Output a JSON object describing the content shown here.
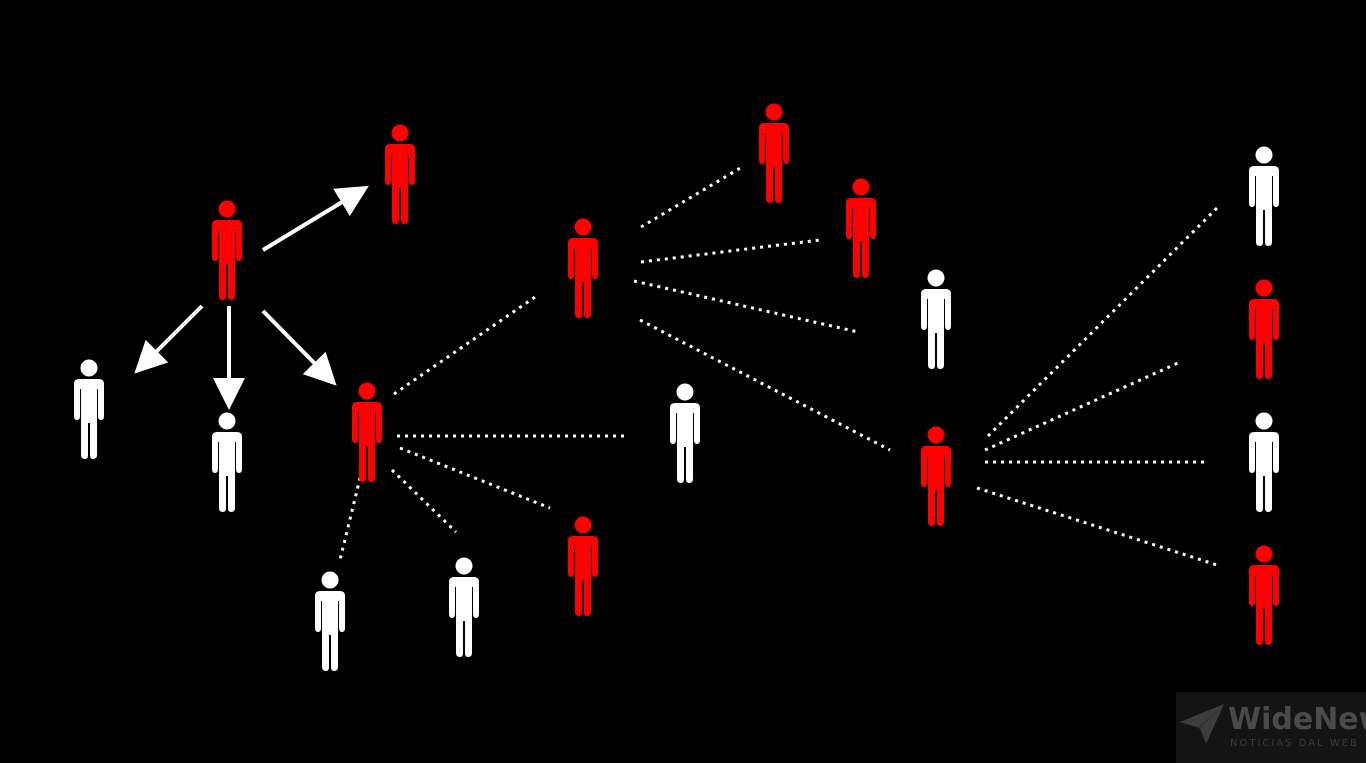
{
  "colors": {
    "background": "#000000",
    "infected": "#ff0000",
    "healthy": "#ffffff",
    "link": "#ffffff",
    "watermark": "#4a4a4a",
    "watermark_bg": "#1a1a1a"
  },
  "people": [
    {
      "id": "p01",
      "status": "infected"
    },
    {
      "id": "p02",
      "status": "infected"
    },
    {
      "id": "p03",
      "status": "healthy"
    },
    {
      "id": "p04",
      "status": "healthy"
    },
    {
      "id": "p05",
      "status": "infected"
    },
    {
      "id": "p06",
      "status": "healthy"
    },
    {
      "id": "p07",
      "status": "healthy"
    },
    {
      "id": "p08",
      "status": "infected"
    },
    {
      "id": "p09",
      "status": "healthy"
    },
    {
      "id": "p10",
      "status": "infected"
    },
    {
      "id": "p11",
      "status": "infected"
    },
    {
      "id": "p12",
      "status": "infected"
    },
    {
      "id": "p13",
      "status": "healthy"
    },
    {
      "id": "p14",
      "status": "infected"
    },
    {
      "id": "p15",
      "status": "healthy"
    },
    {
      "id": "p16",
      "status": "infected"
    },
    {
      "id": "p17",
      "status": "healthy"
    },
    {
      "id": "p18",
      "status": "infected"
    }
  ],
  "links": [
    {
      "from": "p01",
      "to": "p02",
      "style": "arrow"
    },
    {
      "from": "p01",
      "to": "p03",
      "style": "arrow"
    },
    {
      "from": "p01",
      "to": "p04",
      "style": "arrow"
    },
    {
      "from": "p01",
      "to": "p05",
      "style": "arrow"
    },
    {
      "from": "p05",
      "to": "p06",
      "style": "dotted"
    },
    {
      "from": "p05",
      "to": "p07",
      "style": "dotted"
    },
    {
      "from": "p05",
      "to": "p08",
      "style": "dotted"
    },
    {
      "from": "p05",
      "to": "p09",
      "style": "dotted"
    },
    {
      "from": "p05",
      "to": "p10",
      "style": "dotted"
    },
    {
      "from": "p10",
      "to": "p11",
      "style": "dotted"
    },
    {
      "from": "p10",
      "to": "p12",
      "style": "dotted"
    },
    {
      "from": "p10",
      "to": "p13",
      "style": "dotted"
    },
    {
      "from": "p10",
      "to": "p14",
      "style": "dotted"
    },
    {
      "from": "p14",
      "to": "p15",
      "style": "dotted"
    },
    {
      "from": "p14",
      "to": "p16",
      "style": "dotted"
    },
    {
      "from": "p14",
      "to": "p17",
      "style": "dotted"
    },
    {
      "from": "p14",
      "to": "p18",
      "style": "dotted"
    }
  ],
  "watermark": {
    "title": "WideNews",
    "subtitle": "NOTICIAS DAL WEB",
    "icon": "paper-plane-icon"
  }
}
